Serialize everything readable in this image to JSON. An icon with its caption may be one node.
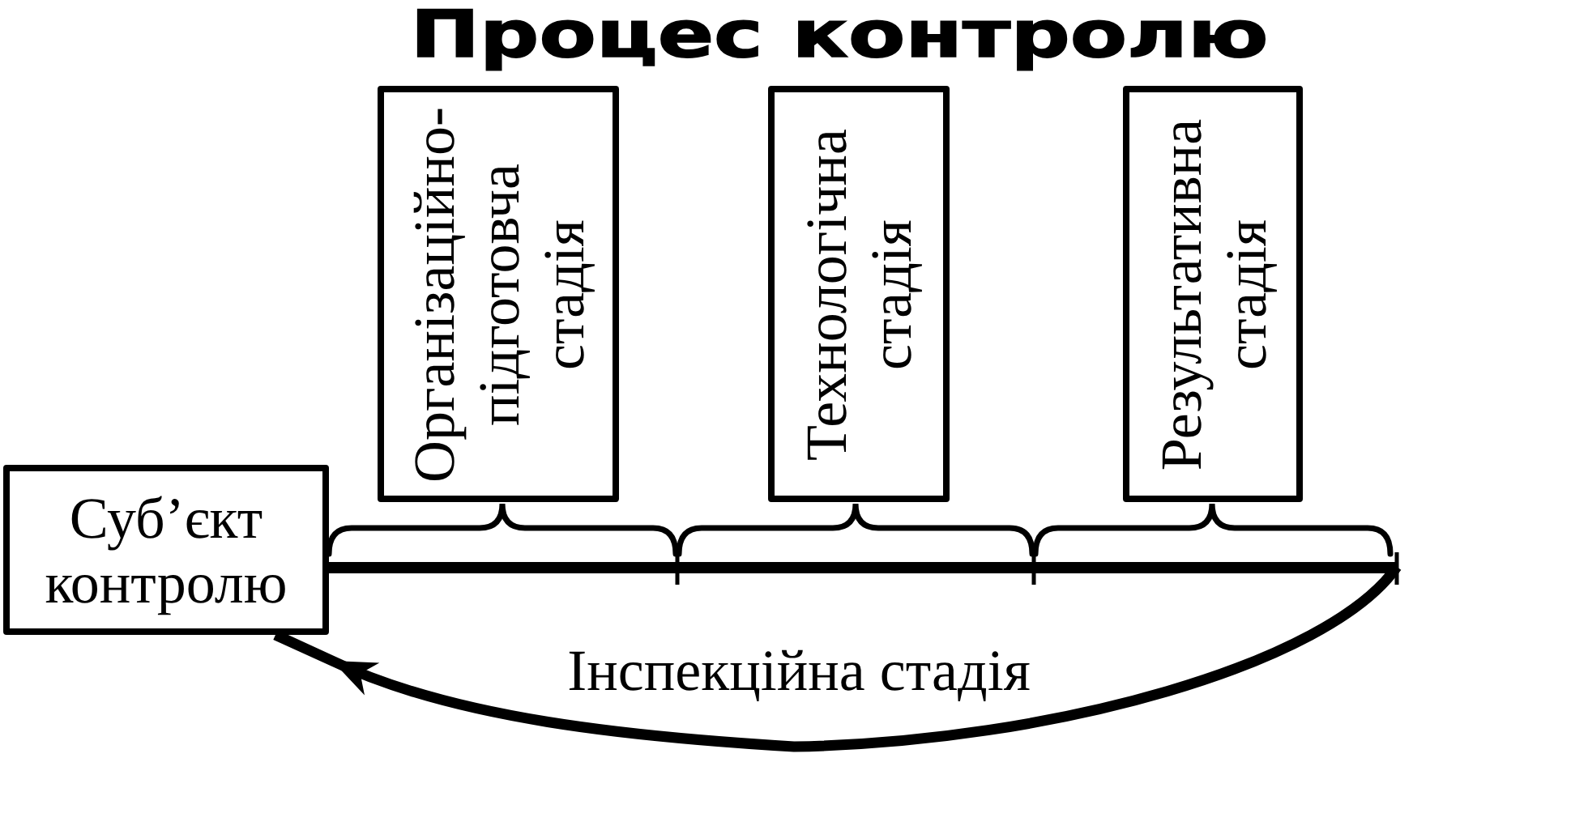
{
  "diagram": {
    "title": "Процес контролю",
    "nodes": [
      {
        "text": [
          "Суб’єкт контролю"
        ]
      },
      {
        "text": [
          "Організаційно- підготовча стадія"
        ]
      },
      {
        "text": [
          "Технологічна стадія"
        ]
      },
      {
        "text": [
          "Результативна стадія"
        ]
      },
      {
        "text": [],
        "shape": "bar"
      }
    ],
    "edges": [
      {
        "from": 4,
        "to": 0,
        "arrow": "to",
        "label": "Інспекційна стадія"
      }
    ]
  }
}
